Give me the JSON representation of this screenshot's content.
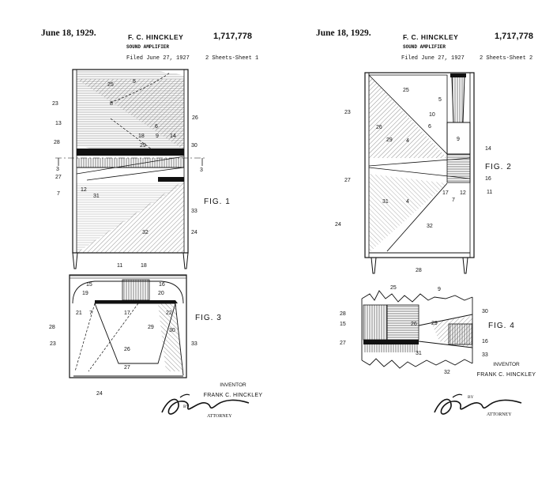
{
  "sheets": [
    {
      "date": "June 18, 1929.",
      "inventor": "F. C. HINCKLEY",
      "number": "1,717,778",
      "title": "SOUND AMPLIFIER",
      "filed": "Filed June 27, 1927",
      "sheet_info": "2 Sheets-Sheet  1",
      "figures": [
        "FIG. 1",
        "FIG. 3"
      ],
      "inventor_caption": "INVENTOR",
      "inventor_name": "FRANK C. HINCKLEY",
      "by_label": "BY",
      "attorney_label": "ATTORNEY",
      "signature": "John J. Hanrahan"
    },
    {
      "date": "June 18, 1929.",
      "inventor": "F. C. HINCKLEY",
      "number": "1,717,778",
      "title": "SOUND AMPLIFIER",
      "filed": "Filed June 27, 1927",
      "sheet_info": "2 Sheets-Sheet  2",
      "figures": [
        "FIG. 2",
        "FIG. 4"
      ],
      "inventor_caption": "INVENTOR",
      "inventor_name": "FRANK C. HINCKLEY",
      "by_label": "BY",
      "attorney_label": "ATTORNEY",
      "signature": "John J. Hanrahan"
    }
  ],
  "ref_numerals": {
    "fig1": [
      "25",
      "5",
      "23",
      "8",
      "26",
      "13",
      "6",
      "18",
      "9",
      "14",
      "28",
      "29",
      "30",
      "3",
      "3",
      "27",
      "7",
      "12",
      "31",
      "33",
      "32",
      "24"
    ],
    "fig3": [
      "11",
      "18",
      "15",
      "16",
      "19",
      "20",
      "21",
      "7",
      "17",
      "22",
      "28",
      "29",
      "30",
      "23",
      "33",
      "26",
      "27",
      "24"
    ],
    "fig2": [
      "25",
      "5",
      "23",
      "10",
      "26",
      "6",
      "9",
      "29",
      "4",
      "14",
      "27",
      "16",
      "17",
      "12",
      "11",
      "7",
      "31",
      "4",
      "24",
      "32",
      "28"
    ],
    "fig4": [
      "25",
      "9",
      "28",
      "30",
      "15",
      "26",
      "29",
      "16",
      "27",
      "31",
      "33",
      "32"
    ]
  }
}
